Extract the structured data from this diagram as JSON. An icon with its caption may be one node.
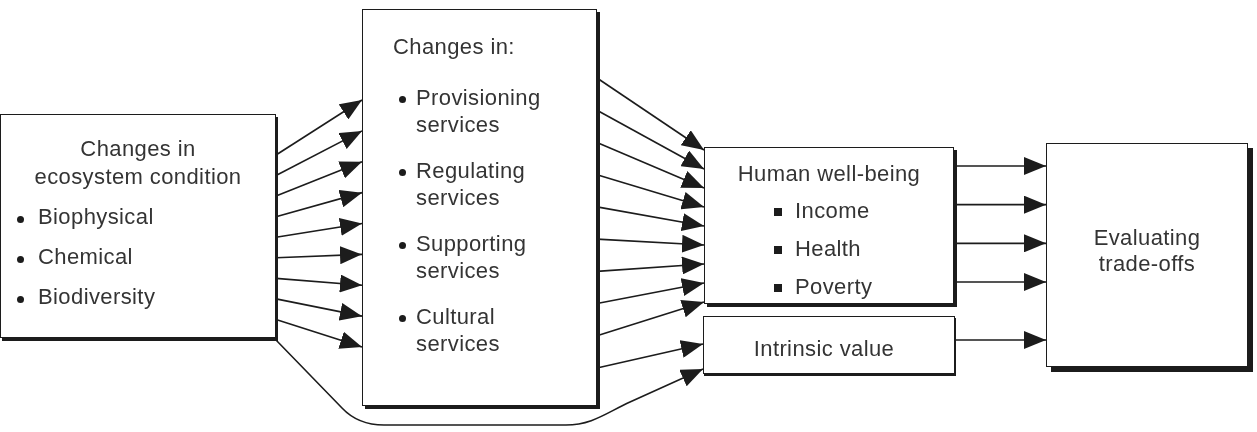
{
  "diagram": {
    "nodes": [
      {
        "text": [
          "Changes in ecosystem condition",
          "Biophysical",
          "Chemical",
          "Biodiversity"
        ]
      },
      {
        "text": [
          "Changes in:",
          "Provisioning services",
          "Regulating services",
          "Supporting services",
          "Cultural services"
        ]
      },
      {
        "text": [
          "Human well-being",
          "Income",
          "Health",
          "Poverty"
        ]
      },
      {
        "text": [
          "Intrinsic value"
        ]
      },
      {
        "text": [
          "Evaluating trade-offs"
        ]
      }
    ],
    "edges": [
      {
        "from": 0,
        "to": 1,
        "arrow": "to"
      },
      {
        "from": 0,
        "to": 1,
        "arrow": "to"
      },
      {
        "from": 0,
        "to": 1,
        "arrow": "to"
      },
      {
        "from": 0,
        "to": 1,
        "arrow": "to"
      },
      {
        "from": 0,
        "to": 1,
        "arrow": "to"
      },
      {
        "from": 0,
        "to": 1,
        "arrow": "to"
      },
      {
        "from": 0,
        "to": 1,
        "arrow": "to"
      },
      {
        "from": 0,
        "to": 1,
        "arrow": "to"
      },
      {
        "from": 0,
        "to": 1,
        "arrow": "to"
      },
      {
        "from": 0,
        "to": 3,
        "arrow": "to"
      },
      {
        "from": 1,
        "to": 2,
        "arrow": "to"
      },
      {
        "from": 1,
        "to": 2,
        "arrow": "to"
      },
      {
        "from": 1,
        "to": 2,
        "arrow": "to"
      },
      {
        "from": 1,
        "to": 2,
        "arrow": "to"
      },
      {
        "from": 1,
        "to": 2,
        "arrow": "to"
      },
      {
        "from": 1,
        "to": 2,
        "arrow": "to"
      },
      {
        "from": 1,
        "to": 2,
        "arrow": "to"
      },
      {
        "from": 1,
        "to": 2,
        "arrow": "to"
      },
      {
        "from": 1,
        "to": 2,
        "arrow": "to"
      },
      {
        "from": 1,
        "to": 3,
        "arrow": "to"
      },
      {
        "from": 2,
        "to": 4,
        "arrow": "to"
      },
      {
        "from": 2,
        "to": 4,
        "arrow": "to"
      },
      {
        "from": 2,
        "to": 4,
        "arrow": "to"
      },
      {
        "from": 2,
        "to": 4,
        "arrow": "to"
      },
      {
        "from": 3,
        "to": 4,
        "arrow": "to"
      }
    ]
  }
}
